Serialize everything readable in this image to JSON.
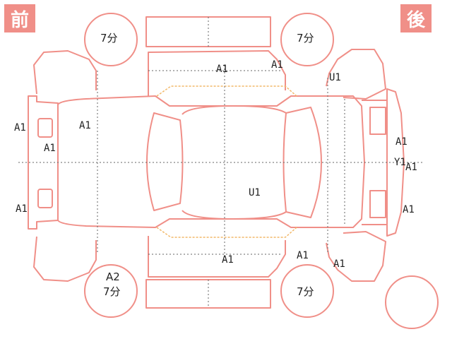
{
  "header": {
    "front_label": "前",
    "rear_label": "後"
  },
  "tires": {
    "front_left": "7分",
    "rear_left": "7分",
    "front_right_code": "A2",
    "front_right": "7分",
    "rear_right": "7分"
  },
  "damage_codes": [
    {
      "id": "roof-left",
      "code": "A1"
    },
    {
      "id": "rear-quarter-left",
      "code": "A1"
    },
    {
      "id": "rear-door-left",
      "code": "U1"
    },
    {
      "id": "front-bumper-upper",
      "code": "A1"
    },
    {
      "id": "hood",
      "code": "A1"
    },
    {
      "id": "front-grille",
      "code": "A1"
    },
    {
      "id": "front-bumper-lower",
      "code": "A1"
    },
    {
      "id": "roof",
      "code": "U1"
    },
    {
      "id": "rear-panel-upper",
      "code": "A1"
    },
    {
      "id": "rear-panel-middle",
      "code": "Y1"
    },
    {
      "id": "rear-bumper-right",
      "code": "A1"
    },
    {
      "id": "rear-bumper-lower",
      "code": "A1"
    },
    {
      "id": "front-door-right",
      "code": "A1"
    },
    {
      "id": "rear-door-right",
      "code": "A1"
    },
    {
      "id": "rear-quarter-right",
      "code": "A1"
    }
  ],
  "colors": {
    "outline": "#f08f88",
    "badge": "#f08f88",
    "guide": "#666666",
    "glass": "#f2b96a"
  }
}
